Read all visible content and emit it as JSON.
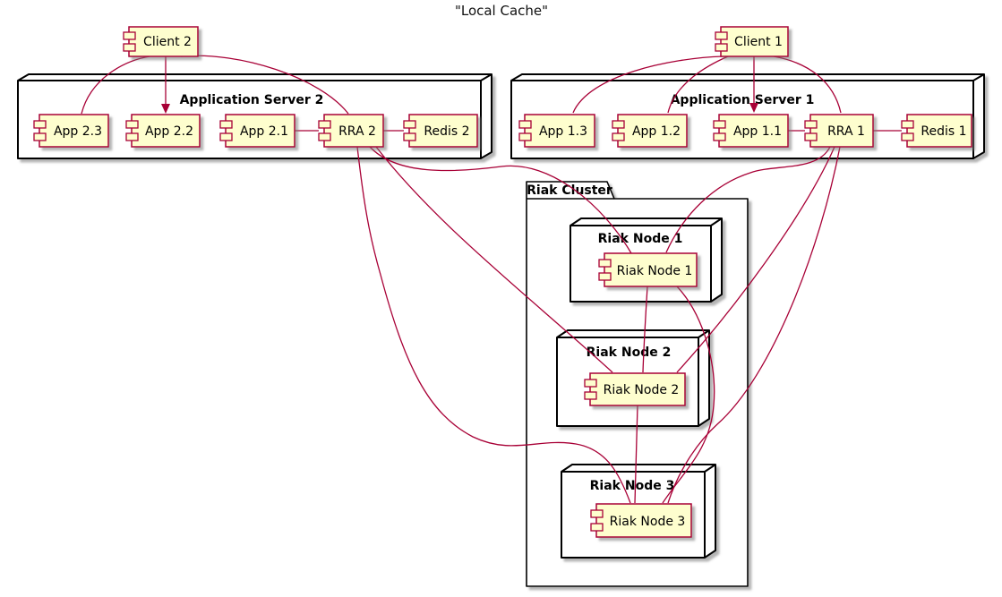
{
  "title": "\"Local Cache\"",
  "colors": {
    "component_fill": "#FEFECE",
    "component_border": "#A80036",
    "edge_line": "#A80036",
    "node_border": "#000000",
    "node_fill": "#FFFFFF",
    "background": "#FFFFFF",
    "text": "#000000"
  },
  "clients": {
    "client2": {
      "label": "Client 2"
    },
    "client1": {
      "label": "Client 1"
    }
  },
  "servers": {
    "server2": {
      "label": "Application Server 2",
      "components": {
        "app23": "App 2.3",
        "app22": "App 2.2",
        "app21": "App 2.1",
        "rra2": "RRA 2",
        "redis2": "Redis 2"
      }
    },
    "server1": {
      "label": "Application Server 1",
      "components": {
        "app13": "App 1.3",
        "app12": "App 1.2",
        "app11": "App 1.1",
        "rra1": "RRA 1",
        "redis1": "Redis 1"
      }
    }
  },
  "cluster": {
    "label": "Riak Cluster",
    "node1": {
      "box_label": "Riak Node 1",
      "component": "Riak Node 1"
    },
    "node2": {
      "box_label": "Riak Node 2",
      "component": "Riak Node 2"
    },
    "node3": {
      "box_label": "Riak Node 3",
      "component": "Riak Node 3"
    }
  },
  "edges": [
    {
      "from": "Client 2",
      "to": "App 2.3",
      "arrow": false
    },
    {
      "from": "Client 2",
      "to": "App 2.2",
      "arrow": true
    },
    {
      "from": "Client 2",
      "to": "RRA 2",
      "arrow": false
    },
    {
      "from": "App 2.1",
      "to": "RRA 2",
      "arrow": false
    },
    {
      "from": "RRA 2",
      "to": "Redis 2",
      "arrow": false
    },
    {
      "from": "Client 1",
      "to": "App 1.3",
      "arrow": false
    },
    {
      "from": "Client 1",
      "to": "App 1.2",
      "arrow": false
    },
    {
      "from": "Client 1",
      "to": "App 1.1",
      "arrow": true
    },
    {
      "from": "Client 1",
      "to": "RRA 1",
      "arrow": false
    },
    {
      "from": "App 1.1",
      "to": "RRA 1",
      "arrow": false
    },
    {
      "from": "RRA 1",
      "to": "Redis 1",
      "arrow": false
    },
    {
      "from": "RRA 2",
      "to": "Riak Node 1",
      "arrow": false
    },
    {
      "from": "RRA 2",
      "to": "Riak Node 2",
      "arrow": false
    },
    {
      "from": "RRA 2",
      "to": "Riak Node 3",
      "arrow": false
    },
    {
      "from": "RRA 1",
      "to": "Riak Node 1",
      "arrow": false
    },
    {
      "from": "RRA 1",
      "to": "Riak Node 2",
      "arrow": false
    },
    {
      "from": "RRA 1",
      "to": "Riak Node 3",
      "arrow": false
    },
    {
      "from": "Riak Node 1",
      "to": "Riak Node 2",
      "arrow": false
    },
    {
      "from": "Riak Node 2",
      "to": "Riak Node 3",
      "arrow": false
    },
    {
      "from": "Riak Node 1",
      "to": "Riak Node 3",
      "arrow": false
    }
  ]
}
